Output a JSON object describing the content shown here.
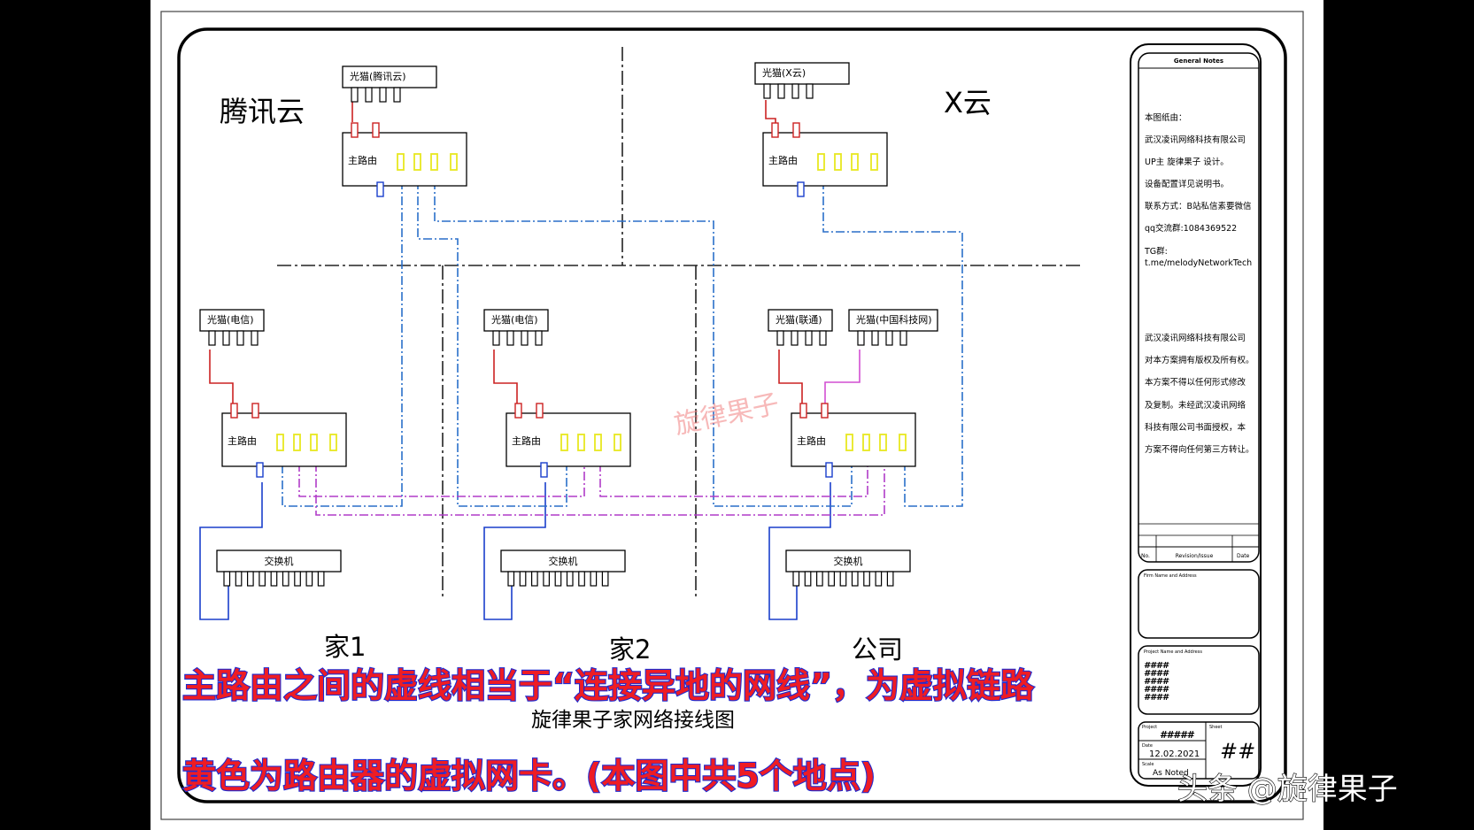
{
  "labels": {
    "modem": "光猫",
    "main_router": "主路由",
    "switch": "交换机",
    "diagram_title": "旋律果子家网络接线图",
    "watermark": "旋律果子",
    "corner_watermark": "头条 @旋律果子"
  },
  "sites": {
    "tencent": {
      "name": "腾讯云",
      "modem": "光猫(腾讯云)"
    },
    "xcloud": {
      "name": "X云",
      "modem": "光猫(X云)"
    },
    "home1": {
      "name": "家1",
      "modem": "光猫(电信)"
    },
    "home2": {
      "name": "家2",
      "modem": "光猫(电信)"
    },
    "company": {
      "name": "公司",
      "modem_a": "光猫(联通)",
      "modem_b": "光猫(中国科技网)"
    }
  },
  "captions": {
    "line1": "主路由之间的虚线相当于“连接异地的网线”，为虚拟链路",
    "line2": "黄色为路由器的虚拟网卡。(本图中共5个地点)"
  },
  "title_block": {
    "header": "General Notes",
    "notes": [
      "本图纸由：",
      "武汉凌讯网络科技有限公司",
      "UP主  旋律果子  设计。",
      "设备配置详见说明书。",
      "联系方式：B站私信素要微信",
      "qq交流群:1084369522",
      "TG群:",
      "t.me/melodyNetworkTech",
      "武汉凌讯网络科技有限公司",
      "对本方案拥有版权及所有权。",
      "本方案不得以任何形式修改",
      "及复制。未经武汉凌讯网络",
      "科技有限公司书面授权，本",
      "方案不得向任何第三方转让。"
    ],
    "revision_headers": [
      "No.",
      "Revision/Issue",
      "Date"
    ],
    "owner_label": "Firm Name and Address",
    "project_label": "Project Name and Address",
    "project_value": "####",
    "project_field": "Project",
    "project_id": "#####",
    "sheet_field": "Sheet",
    "sheet_value": "##",
    "date_field": "Date",
    "date_value": "12.02.2021",
    "scale_field": "Scale",
    "scale_value": "As Noted"
  },
  "colors": {
    "wan": "#cc2222",
    "lan": "#1a3fcc",
    "link_blue": "#2a6fc9",
    "link_purple": "#b03cc8",
    "link_pink": "#d24fd2",
    "vnic": "#e8e820",
    "caption": "#ee1c24",
    "caption_outline": "#1f2bd0",
    "watermark": "#f08080"
  }
}
